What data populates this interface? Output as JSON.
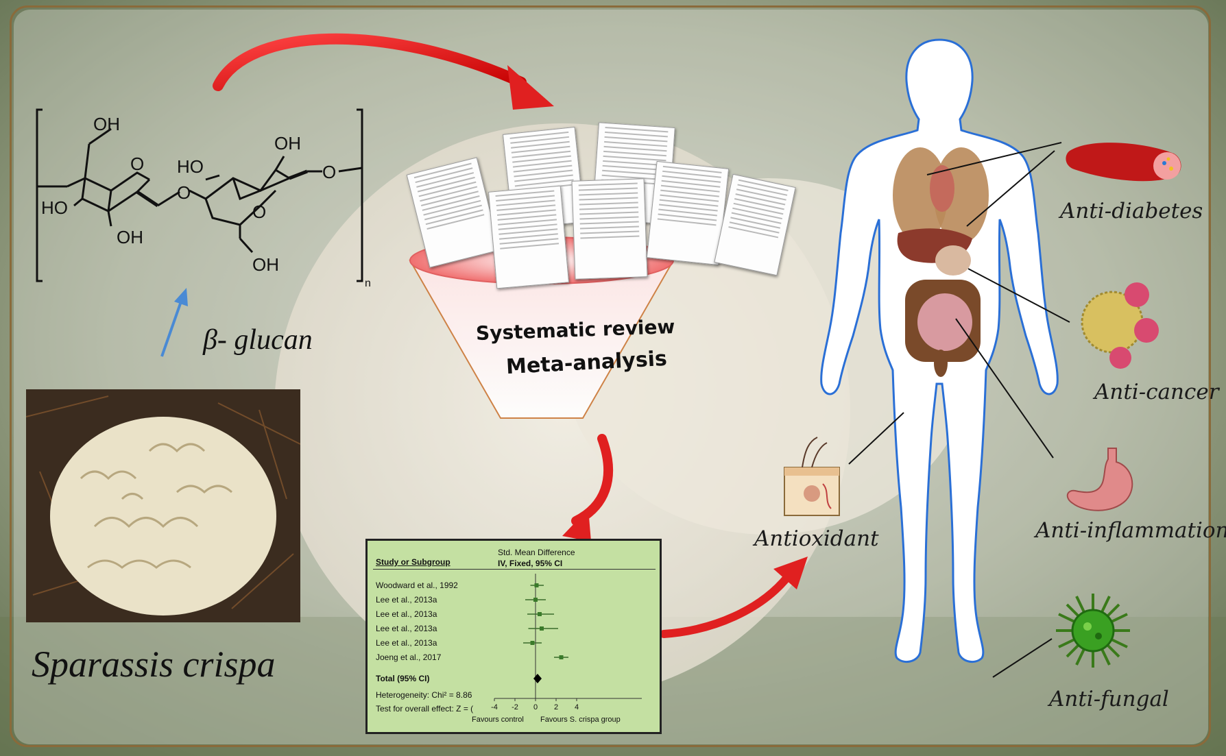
{
  "title": "",
  "colors": {
    "frame": "#8a6a3a",
    "arrow_red": "#e02020",
    "arrow_blue": "#4a8ad4",
    "body_outline": "#2a6fd6",
    "plot_bg": "#c4e0a2"
  },
  "chemistry": {
    "oh_top_left": "OH",
    "oh_top_right": "OH",
    "ho_left": "HO",
    "ho_mid": "HO",
    "oh_bottom_left": "OH",
    "oh_bottom_right": "OH",
    "o_ring_left": "O",
    "o_link": "O",
    "o_ring_right": "O",
    "o_end": "O",
    "subscript": "n"
  },
  "glucan_label": "β- glucan",
  "species_label": "Sparassis crispa",
  "funnel": {
    "line1": "Systematic review",
    "line2": "Meta-analysis"
  },
  "forest_plot": {
    "header_top": "Std. Mean Difference",
    "header_method": "IV, Fixed, 95% CI",
    "col_study": "Study or Subgroup",
    "studies": [
      "Woodward et al., 1992",
      "Lee et al., 2013a",
      "Lee et al., 2013a",
      "Lee et al., 2013a",
      "Lee et al., 2013a",
      "Joeng et al., 2017"
    ],
    "estimates": [
      0.1,
      0.0,
      0.4,
      0.6,
      -0.3,
      2.5
    ],
    "ci_low": [
      -0.5,
      -1.0,
      -0.8,
      -0.7,
      -1.2,
      1.8
    ],
    "ci_high": [
      0.8,
      1.0,
      1.8,
      2.2,
      0.6,
      3.2
    ],
    "pooled": 0.2,
    "total": "Total (95% CI)",
    "heterogeneity": "Heterogeneity: Chi² = 8.86",
    "overall": "Test for overall effect: Z = (",
    "x_ticks": [
      "-4",
      "-2",
      "0",
      "2",
      "4"
    ],
    "x_range": [
      -4,
      4
    ],
    "favours_left": "Favours control",
    "favours_right": "Favours S. crispa group"
  },
  "effects": {
    "anti_diabetes": "Anti-diabetes",
    "anti_cancer": "Anti-cancer",
    "anti_inflammation": "Anti-inflammation",
    "anti_fungal": "Anti-fungal",
    "antioxidant": "Antioxidant"
  },
  "icons": [
    "blood-vessel-icon",
    "cancer-cell-icon",
    "stomach-icon",
    "virus-icon",
    "skin-section-icon",
    "human-body-icon",
    "organs-icon",
    "mushroom-photo",
    "article-icon"
  ]
}
